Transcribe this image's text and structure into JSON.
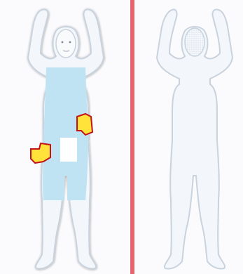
{
  "screen": {
    "views": [
      {
        "name": "front-view",
        "alarm_regions": 2
      },
      {
        "name": "back-view",
        "alarm_regions": 0
      }
    ]
  },
  "colors": {
    "background": "#fbfbfd",
    "body_fill": "#f3f6fa",
    "body_outline": "#c9d3de",
    "cleared_area": "#bfe3f3",
    "alarm_fill": "#ffe23a",
    "alarm_outline": "#c4141b",
    "divider": "#e2676f"
  },
  "icons": [
    "front-figure-icon",
    "back-figure-icon",
    "alarm-marker-icon"
  ]
}
